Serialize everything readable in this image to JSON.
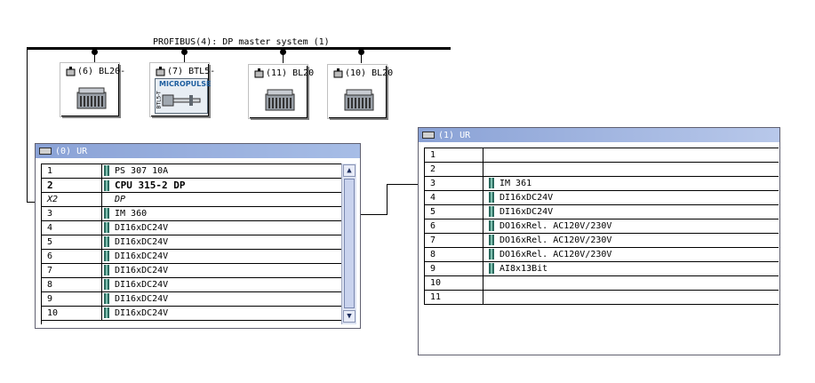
{
  "bus": {
    "label": "PROFIBUS(4): DP master system (1)"
  },
  "stations": [
    {
      "label": "(6) BL20-",
      "icon": "station-icon"
    },
    {
      "label": "(7) BTL5-",
      "icon": "station-icon",
      "image_text": "MICROPULSE",
      "side_text": "BTL5-T"
    },
    {
      "label": "(11) BL20",
      "icon": "station-icon"
    },
    {
      "label": "(10) BL20",
      "icon": "station-icon"
    }
  ],
  "rack0": {
    "title": "(0) UR",
    "rows": [
      {
        "slot": "1",
        "module": "PS 307 10A",
        "style": ""
      },
      {
        "slot": "2",
        "module": "CPU 315-2 DP",
        "style": "bold"
      },
      {
        "slot": "X2",
        "module": "DP",
        "style": "italic"
      },
      {
        "slot": "3",
        "module": "IM 360",
        "style": ""
      },
      {
        "slot": "4",
        "module": "DI16xDC24V",
        "style": ""
      },
      {
        "slot": "5",
        "module": "DI16xDC24V",
        "style": ""
      },
      {
        "slot": "6",
        "module": "DI16xDC24V",
        "style": ""
      },
      {
        "slot": "7",
        "module": "DI16xDC24V",
        "style": ""
      },
      {
        "slot": "8",
        "module": "DI16xDC24V",
        "style": ""
      },
      {
        "slot": "9",
        "module": "DI16xDC24V",
        "style": ""
      },
      {
        "slot": "10",
        "module": "DI16xDC24V",
        "style": ""
      }
    ]
  },
  "rack1": {
    "title": "(1) UR",
    "rows": [
      {
        "slot": "1",
        "module": ""
      },
      {
        "slot": "2",
        "module": ""
      },
      {
        "slot": "3",
        "module": "IM 361"
      },
      {
        "slot": "4",
        "module": "DI16xDC24V"
      },
      {
        "slot": "5",
        "module": "DI16xDC24V"
      },
      {
        "slot": "6",
        "module": "DO16xRel. AC120V/230V"
      },
      {
        "slot": "7",
        "module": "DO16xRel. AC120V/230V"
      },
      {
        "slot": "8",
        "module": "DO16xRel. AC120V/230V"
      },
      {
        "slot": "9",
        "module": "AI8x13Bit"
      },
      {
        "slot": "10",
        "module": ""
      },
      {
        "slot": "11",
        "module": ""
      }
    ]
  }
}
